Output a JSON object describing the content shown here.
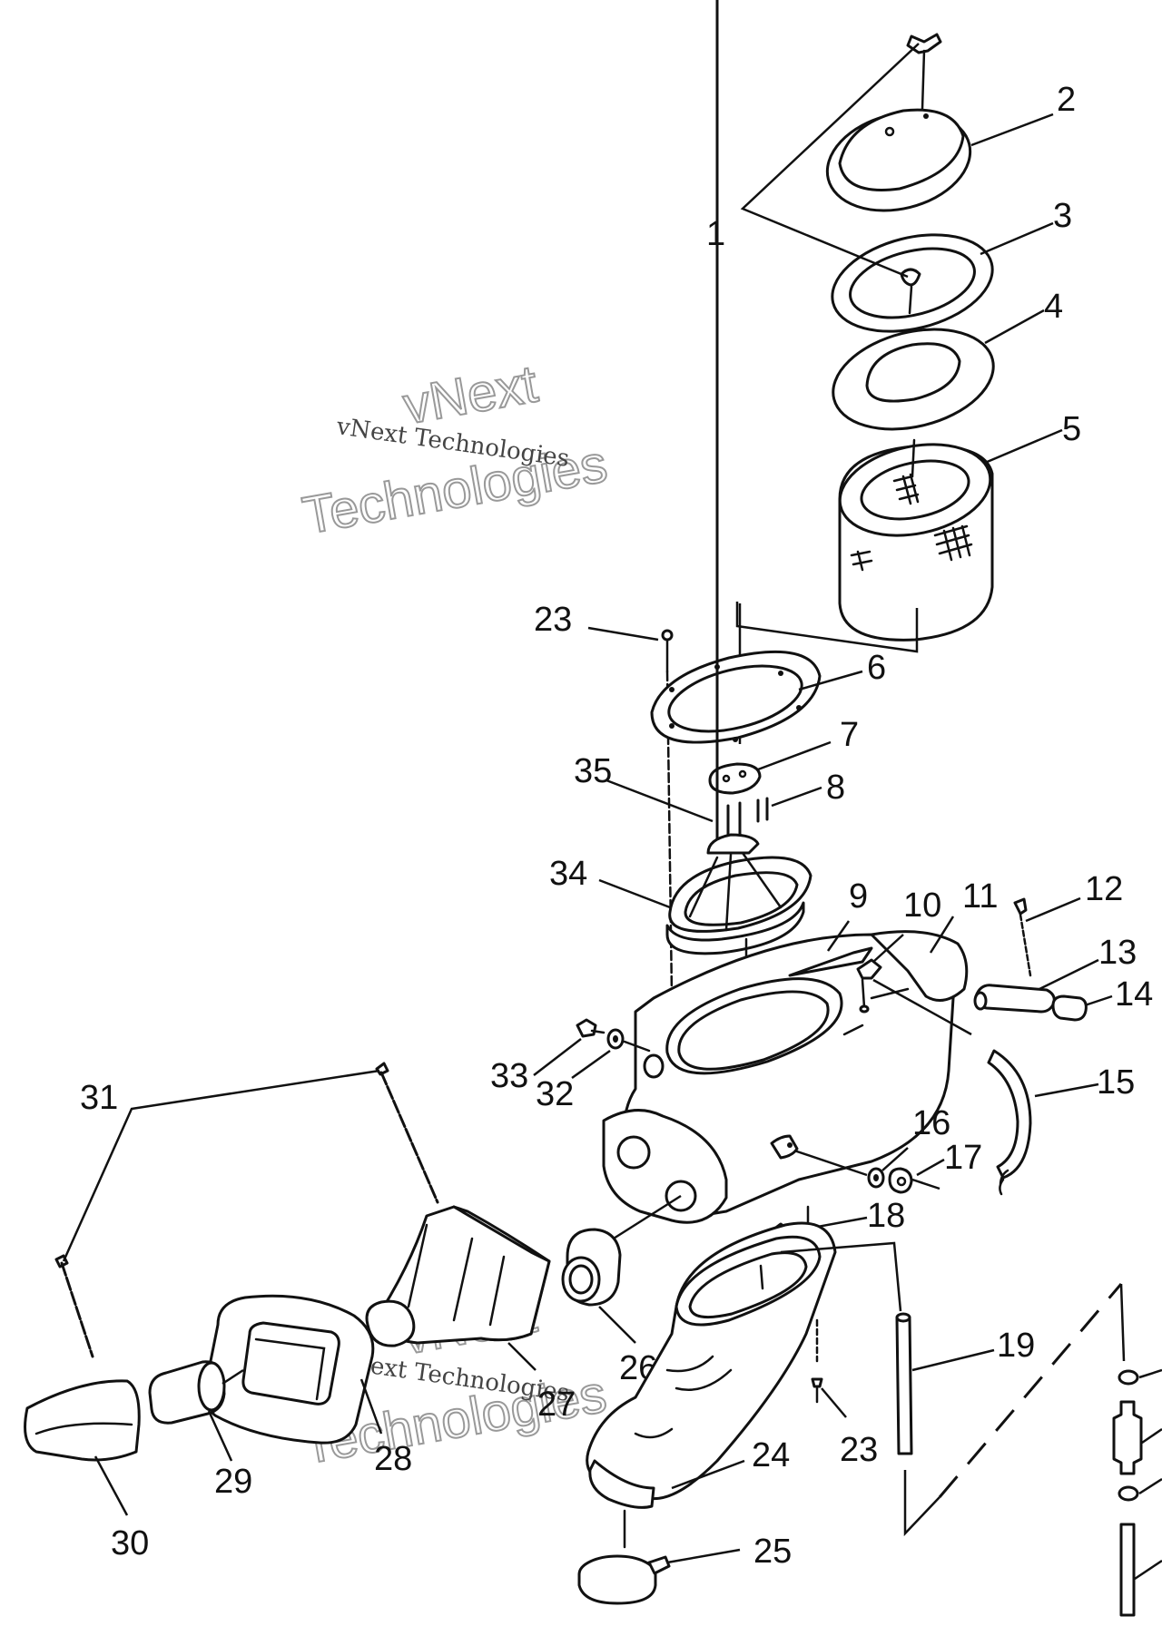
{
  "callouts": {
    "c1": "1",
    "c2": "2",
    "c3": "3",
    "c4": "4",
    "c5": "5",
    "c6": "6",
    "c7": "7",
    "c8": "8",
    "c9": "9",
    "c10": "10",
    "c11": "11",
    "c12": "12",
    "c13": "13",
    "c14": "14",
    "c15": "15",
    "c16": "16",
    "c17": "17",
    "c18": "18",
    "c19": "19",
    "c23a": "23",
    "c23b": "23",
    "c24": "24",
    "c25": "25",
    "c26": "26",
    "c27": "27",
    "c28": "28",
    "c29": "29",
    "c30": "30",
    "c31": "31",
    "c32": "32",
    "c33": "33",
    "c34": "34",
    "c35": "35"
  },
  "watermark": {
    "line_small": "vNext Technologies",
    "line_big_1": "vNext",
    "line_big_2": "Technologies"
  }
}
